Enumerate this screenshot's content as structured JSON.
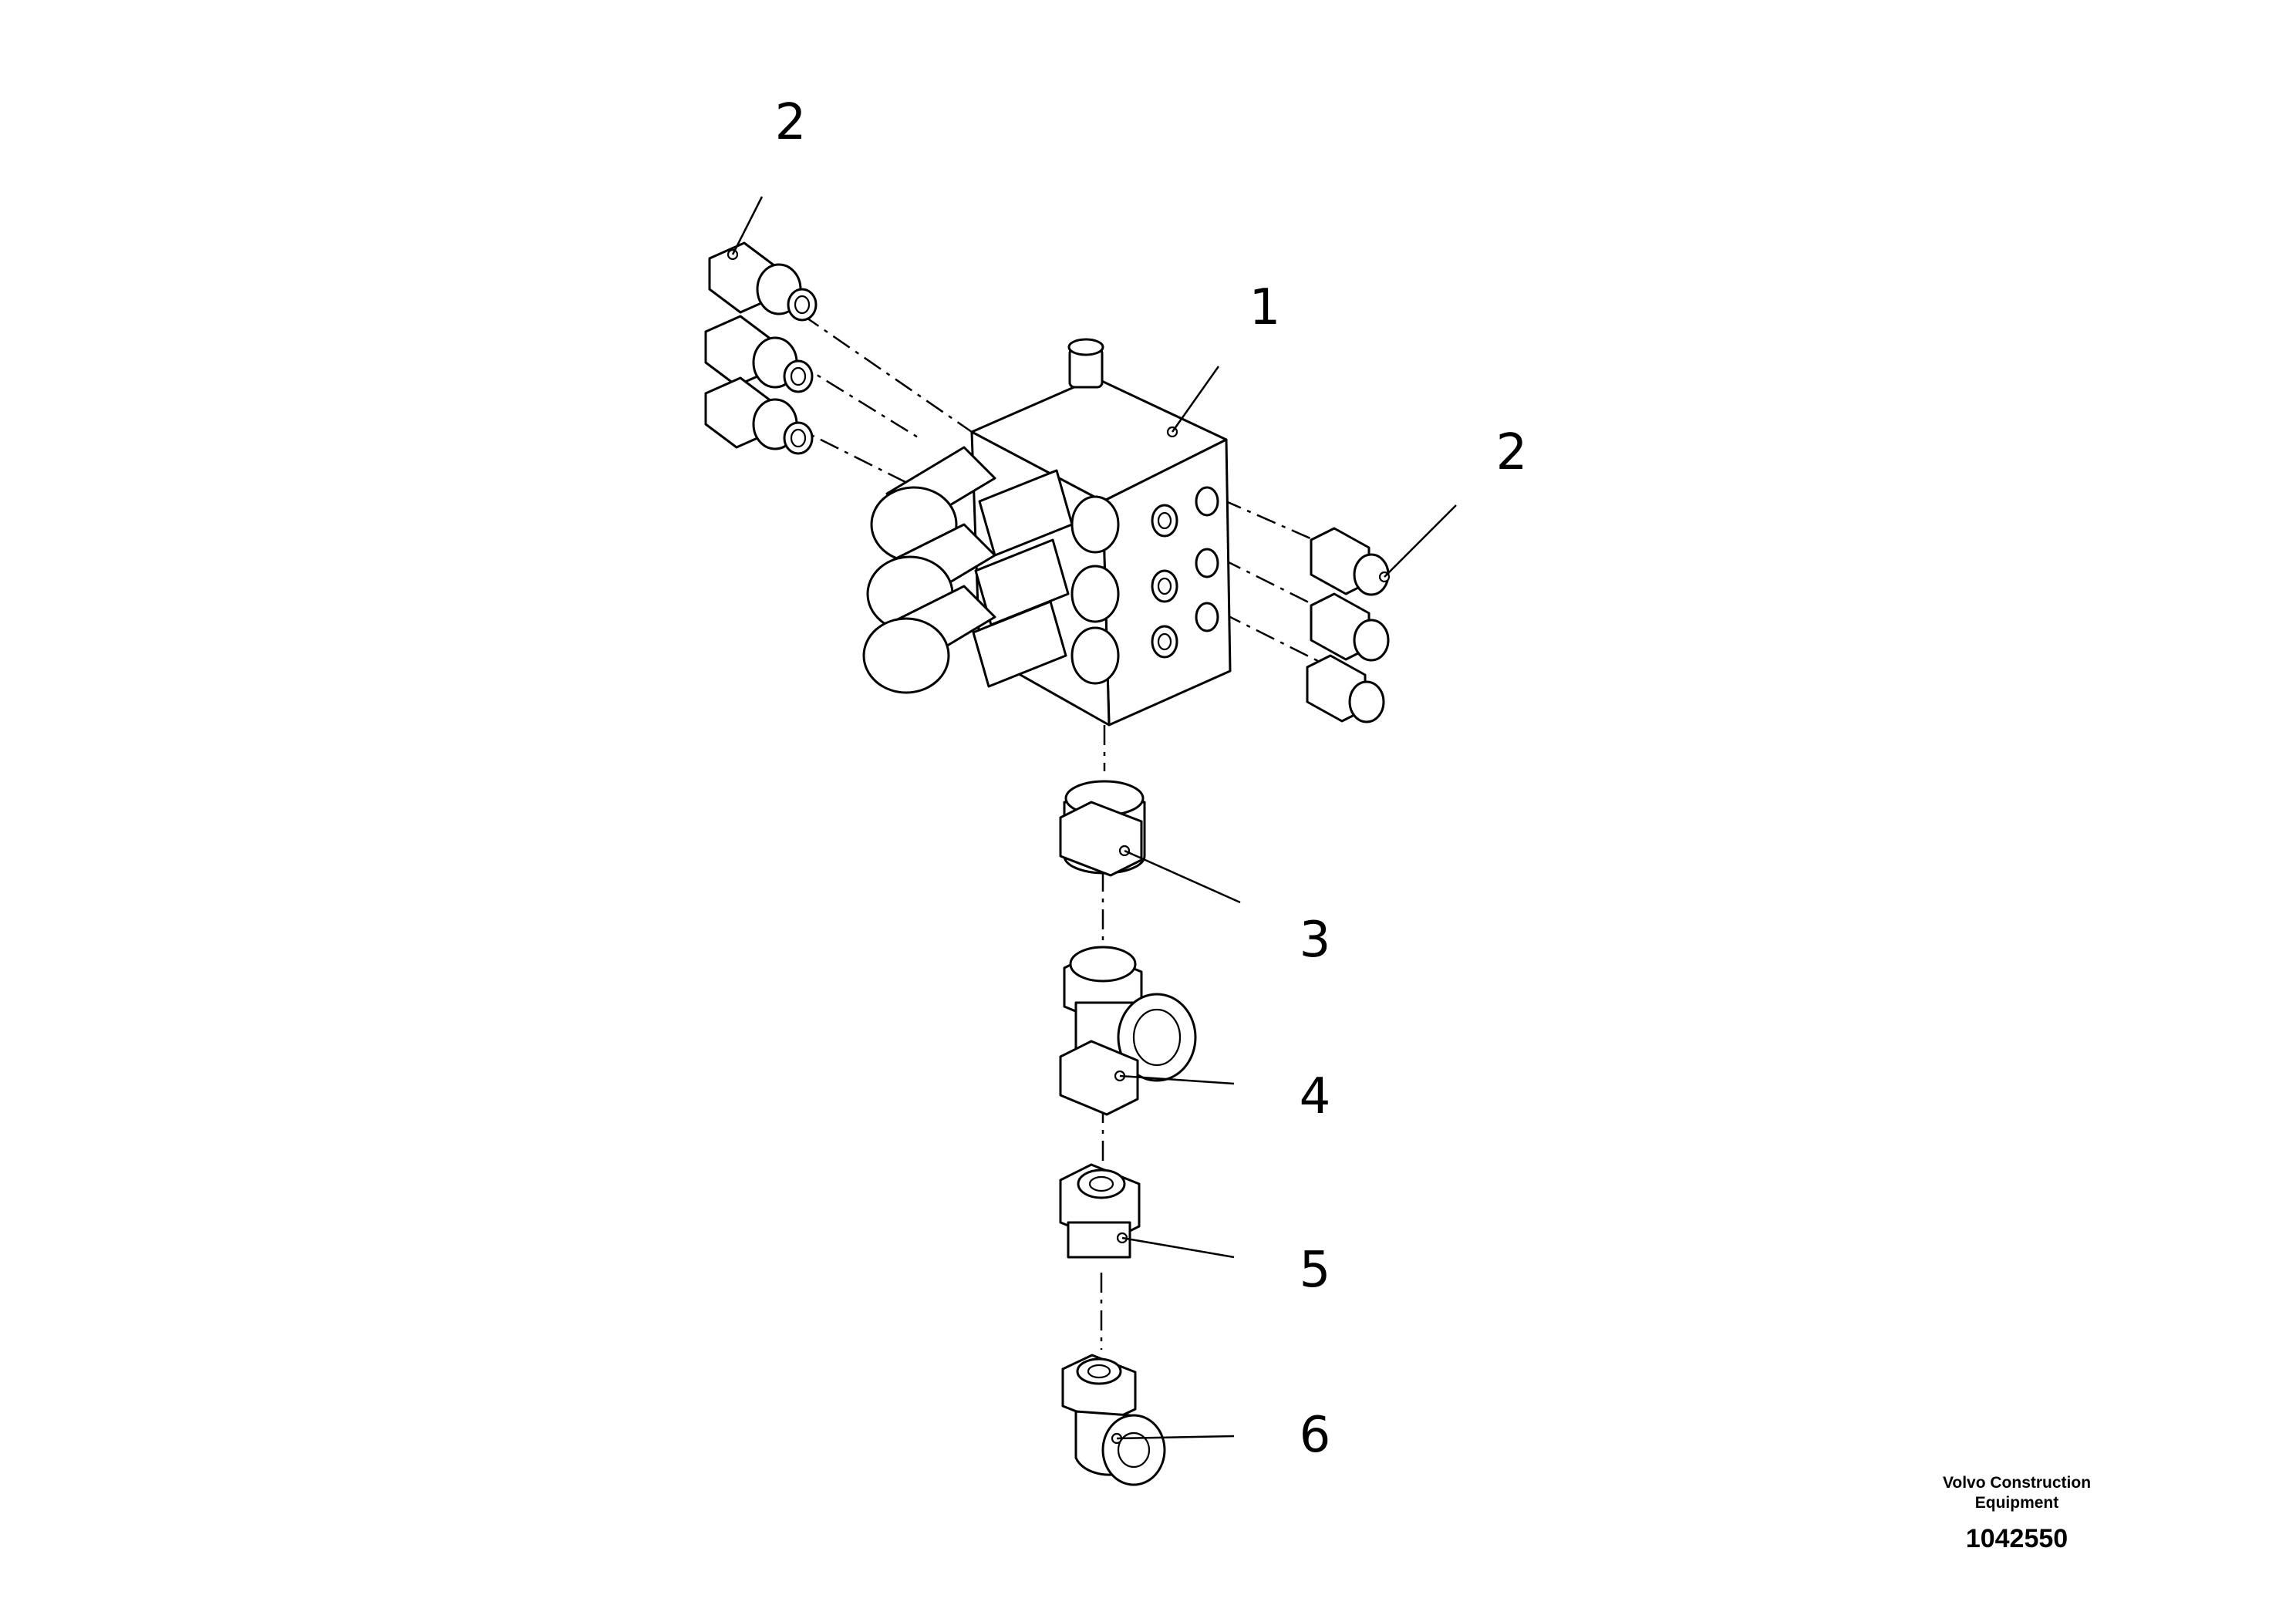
{
  "callouts": [
    {
      "id": "1",
      "label": "1"
    },
    {
      "id": "2a",
      "label": "2"
    },
    {
      "id": "2b",
      "label": "2"
    },
    {
      "id": "3",
      "label": "3"
    },
    {
      "id": "4",
      "label": "4"
    },
    {
      "id": "5",
      "label": "5"
    },
    {
      "id": "6",
      "label": "6"
    }
  ],
  "publisher": {
    "line1": "Volvo Construction",
    "line2": "Equipment",
    "drawing_number": "1042550"
  }
}
